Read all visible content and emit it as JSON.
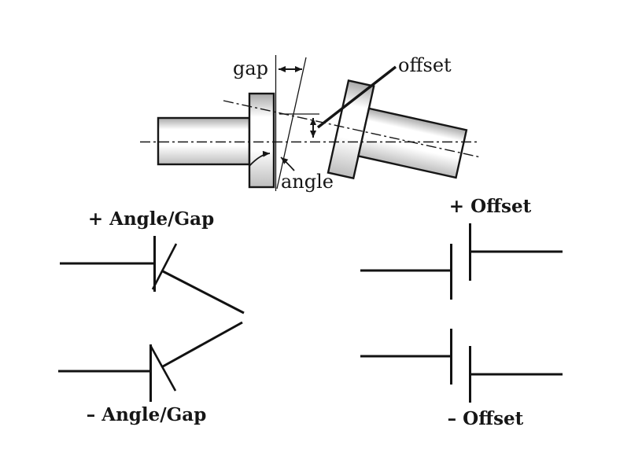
{
  "diagram": {
    "coupling_labels": {
      "gap": "gap",
      "offset": "offset",
      "angle": "angle"
    },
    "sign_conventions": {
      "plus_angle_gap": "+ Angle/Gap",
      "minus_angle_gap": "– Angle/Gap",
      "plus_offset": "+ Offset",
      "minus_offset": "– Offset"
    },
    "colors": {
      "line": "#161616",
      "metal_shade_top": "#a8a8a8",
      "metal_highlight": "#ffffff",
      "metal_shade_bottom": "#bdbdbd",
      "background": "#ffffff"
    }
  }
}
